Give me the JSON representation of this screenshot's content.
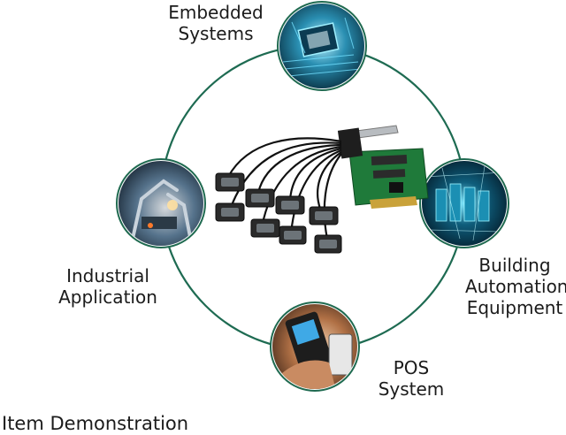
{
  "labels": {
    "embedded": [
      "Embedded",
      "Systems"
    ],
    "industrial": [
      "Industrial",
      "Application"
    ],
    "building": [
      "Building",
      "Automation",
      "Equipment"
    ],
    "pos": [
      "POS",
      "System"
    ]
  },
  "caption": "Item Demonstration",
  "colors": {
    "ring": "#1e6b52",
    "badge_border": "#1f6a50",
    "pcb": "#1f7a3a",
    "cable": "#111111",
    "connector": "#2a2a2a"
  },
  "icons": {
    "embedded": "circuit-board-icon",
    "industrial": "robot-factory-icon",
    "building": "server-network-icon",
    "pos": "card-payment-icon",
    "center": "serial-card-icon"
  }
}
